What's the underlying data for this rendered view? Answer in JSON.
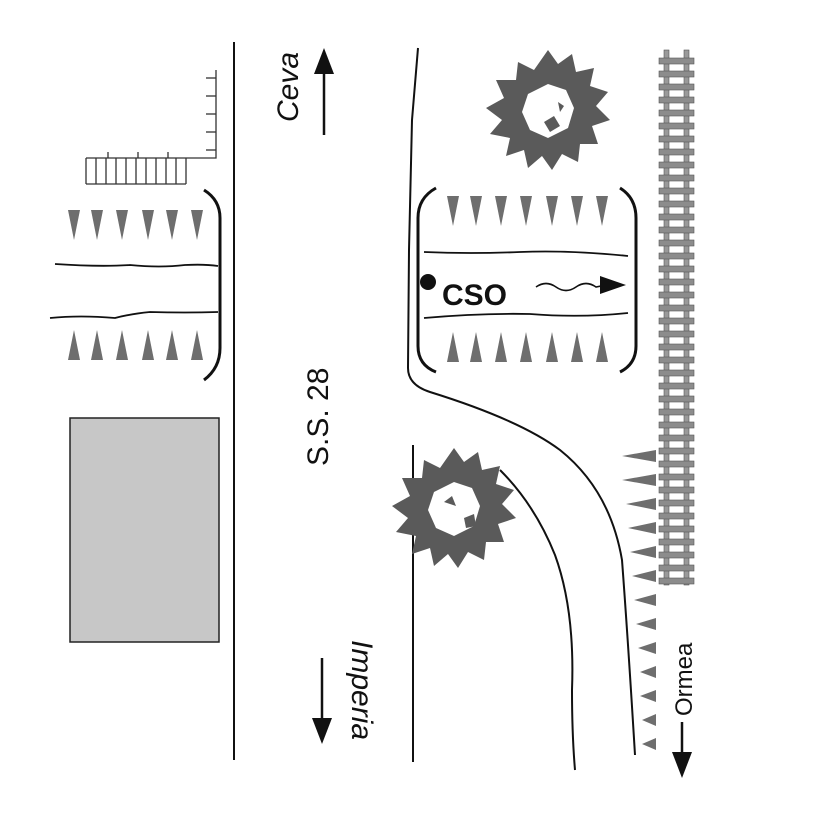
{
  "labels": {
    "road": "S.S. 28",
    "north_direction": "Ceva",
    "south_direction": "Imperia",
    "rail_direction": "Ormea",
    "site": "CSO"
  },
  "colors": {
    "line": "#111111",
    "spike": "#6e6e6e",
    "tree": "#5a5a5a",
    "building": "#c7c7c7",
    "track": "#9a9a9a",
    "tie": "#8c8c8c"
  },
  "symbols": {
    "tree": "tree-canopy-icon",
    "bank_spike": "embankment-hachure-icon",
    "bridge": "bridge-bracket-icon",
    "railway": "railway-track-icon",
    "point": "site-point-icon",
    "flow": "flow-arrow-icon"
  }
}
